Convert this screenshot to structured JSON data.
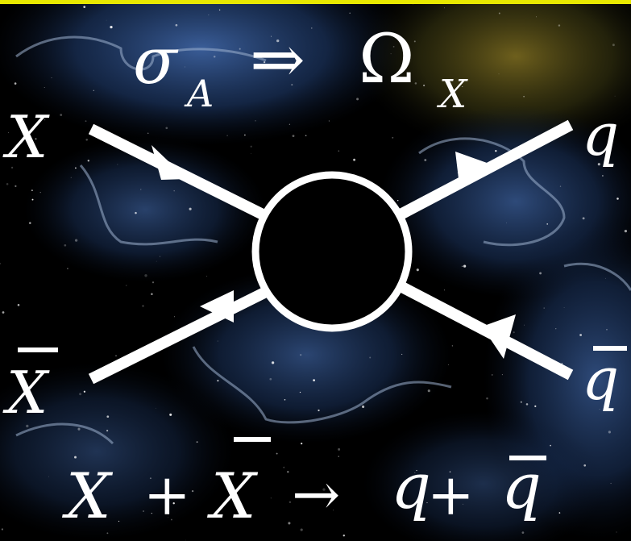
{
  "equation_top": {
    "sigma": "σ",
    "sigma_sub": "A",
    "arrow": "⇒",
    "omega": "Ω",
    "omega_sub": "X"
  },
  "labels": {
    "x_in": "X",
    "xbar_in": "X",
    "q_out": "q",
    "qbar_out": "q"
  },
  "equation_bottom": {
    "x": "X",
    "plus1": "+",
    "xbar": "X",
    "arrow": "→",
    "q": "q",
    "plus2": "+",
    "qbar": "q"
  },
  "colors": {
    "top_border": "#e8e800",
    "line": "#ffffff",
    "blob": "#000000",
    "nebula_blue": "#2b4e86",
    "nebula_gold": "#6a5a1a"
  }
}
